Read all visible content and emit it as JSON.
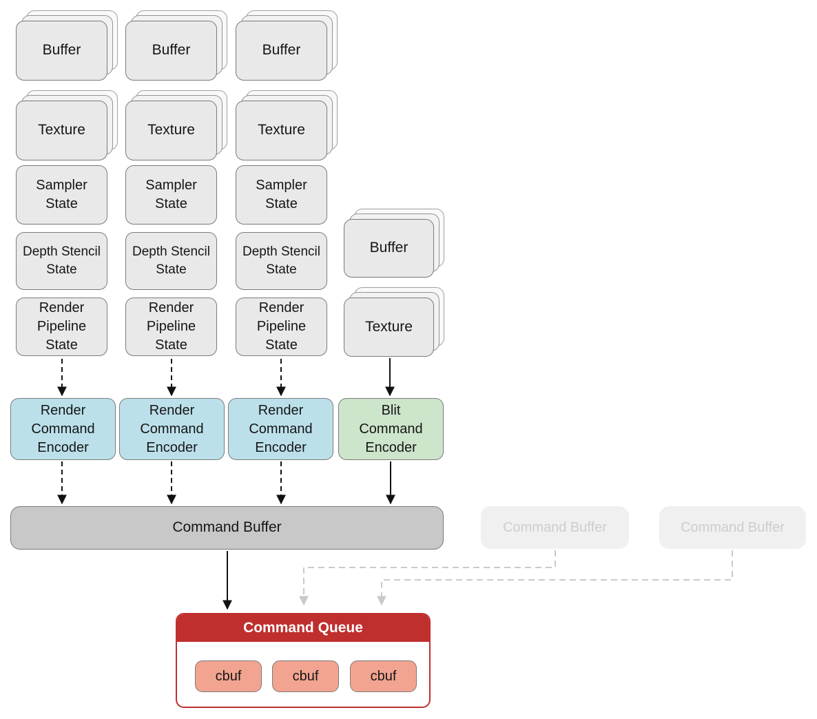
{
  "palette": {
    "resource_fill": "#e9e9e9",
    "resource_stack_mid": "#f2f2f2",
    "resource_stack_back": "#f9f9f9",
    "resource_border": "#7a7a7a",
    "render_encoder_fill": "#bce0ea",
    "blit_encoder_fill": "#cde5cb",
    "command_buffer_fill": "#c8c8c8",
    "inactive_buffer_fill": "#f0f0f0",
    "inactive_buffer_text": "#cdcdcd",
    "queue_red": "#bf2f2e",
    "cbuf_fill": "#f2a491",
    "arrow_black": "#111111",
    "arrow_gray": "#c9c9c9"
  },
  "resource_columns": [
    {
      "buffer": "Buffer",
      "texture": "Texture",
      "sampler_state": "Sampler\nState",
      "depth_stencil_state": "Depth Stencil\nState",
      "render_pipeline_state": "Render\nPipeline\nState"
    },
    {
      "buffer": "Buffer",
      "texture": "Texture",
      "sampler_state": "Sampler\nState",
      "depth_stencil_state": "Depth Stencil\nState",
      "render_pipeline_state": "Render\nPipeline\nState"
    },
    {
      "buffer": "Buffer",
      "texture": "Texture",
      "sampler_state": "Sampler\nState",
      "depth_stencil_state": "Depth Stencil\nState",
      "render_pipeline_state": "Render\nPipeline\nState"
    }
  ],
  "blit_resources": {
    "buffer": "Buffer",
    "texture": "Texture"
  },
  "encoders": {
    "render": [
      "Render\nCommand\nEncoder",
      "Render\nCommand\nEncoder",
      "Render\nCommand\nEncoder"
    ],
    "blit": "Blit\nCommand\nEncoder"
  },
  "command_buffers": {
    "active": "Command Buffer",
    "inactive": [
      "Command Buffer",
      "Command Buffer"
    ]
  },
  "command_queue": {
    "title": "Command Queue",
    "items": [
      "cbuf",
      "cbuf",
      "cbuf"
    ]
  }
}
